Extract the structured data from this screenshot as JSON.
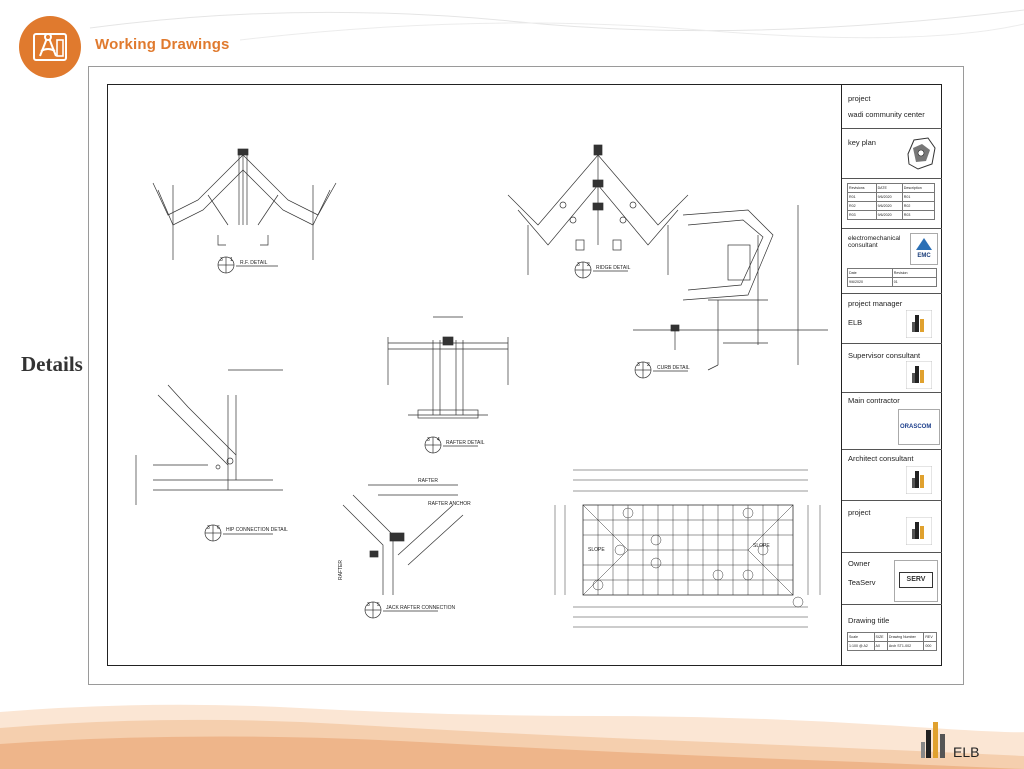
{
  "header": {
    "title": "Working Drawings",
    "badge_icon": "drafting-tools-icon",
    "accent": "#e07a2e"
  },
  "side_label": "Details",
  "details": [
    {
      "num": "1",
      "sheet": "3",
      "title": "R.F. DETAIL"
    },
    {
      "num": "2",
      "sheet": "3",
      "title": "RIDGE DETAIL"
    },
    {
      "num": "4",
      "sheet": "3",
      "title": "RAFTER DETAIL"
    },
    {
      "num": "2",
      "sheet": "3",
      "title": "CURB DETAIL"
    },
    {
      "num": "6",
      "sheet": "3",
      "title": "HIP CONNECTION DETAIL"
    },
    {
      "num": "5",
      "sheet": "3",
      "title": "JACK RAFTER CONNECTION"
    }
  ],
  "drawing_notes": {
    "rafter": "RAFTER",
    "rafter_anchor": "RAFTER ANCHOR",
    "slope": "SLOPE"
  },
  "title_block": {
    "project_label": "project",
    "project_name": "wadi community center",
    "key_plan": "key plan",
    "revision_headers": [
      "Revisions",
      "DATE",
      "Description"
    ],
    "revision_rows": [
      [
        "R01",
        "9/6/2020",
        "R01"
      ],
      [
        "R02",
        "9/6/2020",
        "R02"
      ],
      [
        "R03",
        "9/6/2020",
        "R03"
      ]
    ],
    "electromech": "electromechanical consultant",
    "emc_logo": "EMC",
    "date_headers": [
      "Date",
      "Revision"
    ],
    "date_row": [
      "9/6/2020",
      "01"
    ],
    "project_manager": "project manager",
    "pm_name": "ELB",
    "supervisor": "Supervisor consultant",
    "main_contractor": "Main contractor",
    "contractor_logo": "ORASCOM",
    "architect": "Architect consultant",
    "project2": "project",
    "owner": "Owner",
    "owner_name": "TeaServ",
    "owner_logo": "SERV",
    "drawing_title": "Drawing title",
    "sheet_headers": [
      "Scale",
      "SIZE",
      "Drawing Number",
      "REV"
    ],
    "sheet_row": [
      "1:100 @ A2",
      "A0",
      "Arch ST1-002",
      "000"
    ]
  },
  "brand": {
    "name": "ELB"
  }
}
